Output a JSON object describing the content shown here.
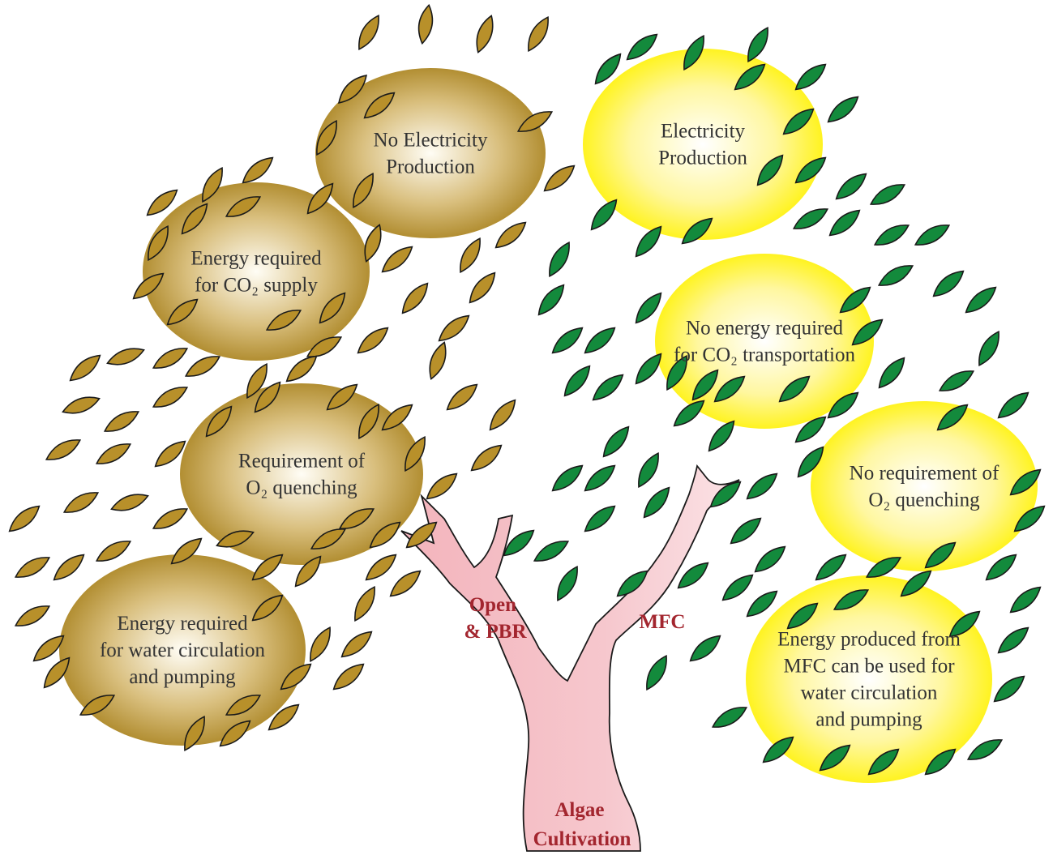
{
  "colors": {
    "brown_leaf": "#b8902a",
    "green_leaf": "#138a3c",
    "yellow_bubble": "#fff200",
    "brown_bubble": "#b58f2e",
    "trunk": "#f2b8bf",
    "trunk_text": "#a3262f"
  },
  "trunk": {
    "base_label": [
      "Algae",
      "Cultivation"
    ],
    "left_branch_label": [
      "Open",
      "& PBR"
    ],
    "right_branch_label": [
      "MFC"
    ]
  },
  "left_bubbles": [
    {
      "lines": [
        "No Electricity",
        "Production"
      ]
    },
    {
      "lines": [
        "Energy required",
        "for CO₂ supply"
      ]
    },
    {
      "lines": [
        "Requirement of",
        "O₂ quenching"
      ]
    },
    {
      "lines": [
        "Energy required",
        "for water circulation",
        "and pumping"
      ]
    }
  ],
  "right_bubbles": [
    {
      "lines": [
        "Electricity",
        "Production"
      ]
    },
    {
      "lines": [
        "No energy required",
        "for CO₂ transportation"
      ]
    },
    {
      "lines": [
        "No requirement of",
        "O₂ quenching"
      ]
    },
    {
      "lines": [
        "Energy produced from",
        "MFC can be used for",
        "water circulation",
        "and pumping"
      ]
    }
  ]
}
